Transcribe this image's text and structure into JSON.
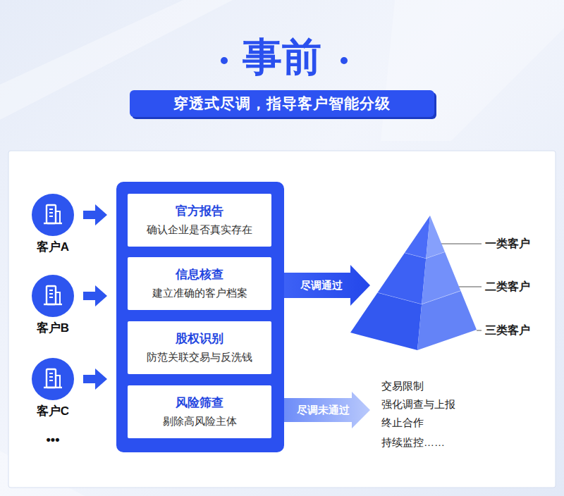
{
  "diagram": {
    "title": "事前",
    "nodes": [
      {
        "text": [
          "穿透式尽调，指导客户智能分级"
        ]
      },
      {
        "text": [
          "客户A"
        ]
      },
      {
        "text": [
          "客户B"
        ]
      },
      {
        "text": [
          "客户C"
        ]
      },
      {
        "text": []
      },
      {
        "text": [
          "官方报告",
          "确认企业是否真实存在"
        ],
        "in": 4
      },
      {
        "text": [
          "信息核查",
          "建立准确的客户档案"
        ],
        "in": 4
      },
      {
        "text": [
          "股权识别",
          "防范关联交易与反洗钱"
        ],
        "in": 4
      },
      {
        "text": [
          "风险筛查",
          "剔除高风险主体"
        ],
        "in": 4
      },
      {
        "text": [
          "一类客户"
        ]
      },
      {
        "text": [
          "二类客户"
        ]
      },
      {
        "text": [
          "三类客户"
        ]
      }
    ],
    "edges": [
      {
        "from": 1,
        "to": 4,
        "arrow": "to"
      },
      {
        "from": 2,
        "to": 4,
        "arrow": "to"
      },
      {
        "from": 3,
        "to": 4,
        "arrow": "to"
      },
      {
        "from": 4,
        "to": 10,
        "label": "尽调通过",
        "arrow": "to"
      }
    ],
    "labels": [
      "•••",
      "尽调未通过",
      "交易限制",
      "强化调查与上报",
      "终止合作",
      "持续监控……"
    ]
  }
}
